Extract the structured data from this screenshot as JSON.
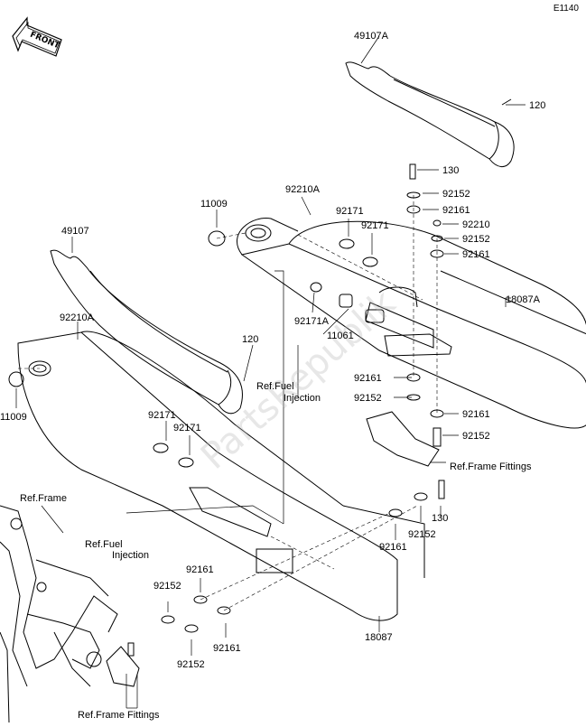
{
  "diagram_code": "E1140",
  "front_marker": "FRONT",
  "watermark": "PartsRepublik",
  "parts": {
    "p49107A": "49107A",
    "p120_top": "120",
    "p130_top": "130",
    "p92152_a": "92152",
    "p92161_a": "92161",
    "p92210": "92210",
    "p92152_b": "92152",
    "p92161_b": "92161",
    "p18087A": "18087A",
    "p92210A_top": "92210A",
    "p11009_top": "11009",
    "p92171_a": "92171",
    "p92171_b": "92171",
    "p92171A": "92171A",
    "p11061": "11061",
    "p49107": "49107",
    "p92210A_left": "92210A",
    "p11009_left": "11009",
    "p120_mid": "120",
    "p92161_c": "92161",
    "p92152_c": "92152",
    "p92161_d": "92161",
    "p92152_d": "92152",
    "p92171_c": "92171",
    "p92171_d": "92171",
    "p130_low": "130",
    "p92161_e": "92161",
    "p92152_e": "92152",
    "p92161_f": "92161",
    "p92152_f": "92152",
    "p92161_g": "92161",
    "p92152_g": "92152",
    "p18087": "18087"
  },
  "refs": {
    "fuel_injection_top_1": "Ref.Fuel",
    "fuel_injection_top_2": "Injection",
    "frame_fittings_right": "Ref.Frame Fittings",
    "frame_left": "Ref.Frame",
    "fuel_injection_low_1": "Ref.Fuel",
    "fuel_injection_low_2": "Injection",
    "frame_fittings_bottom": "Ref.Frame Fittings"
  }
}
